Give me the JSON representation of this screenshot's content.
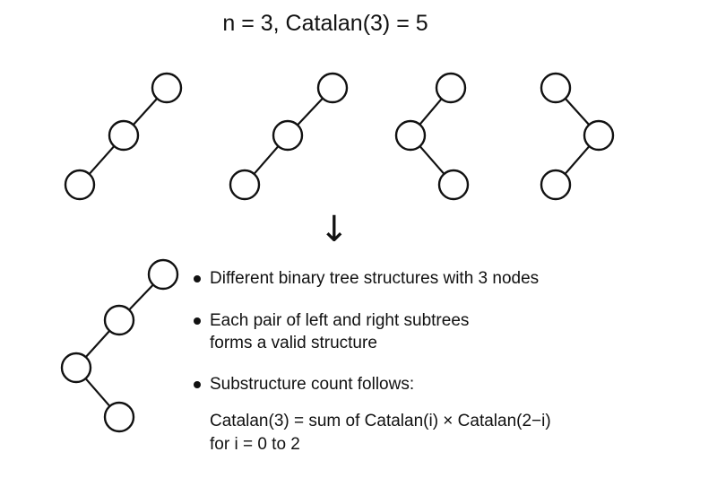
{
  "title": "n = 3, Catalan(3) = 5",
  "arrow": "↓",
  "bullets": [
    {
      "lines": [
        "Different binary tree structures with 3 nodes"
      ]
    },
    {
      "lines": [
        "Each pair of left and right subtrees",
        "forms a valid structure"
      ]
    },
    {
      "lines": [
        "Substructure count follows:"
      ]
    }
  ],
  "formula": {
    "lines": [
      "Catalan(3) = sum of Catalan(i) × Catalan(2−i)",
      "for i = 0 to 2"
    ]
  },
  "trees": [
    {
      "name": "tree-left-left-chain",
      "nodes": [
        "root",
        "mid",
        "leaf"
      ],
      "edges": [
        [
          "root",
          "mid"
        ],
        [
          "mid",
          "leaf"
        ]
      ]
    },
    {
      "name": "tree-left-left-chain-2",
      "nodes": [
        "root",
        "mid",
        "leaf"
      ],
      "edges": [
        [
          "root",
          "mid"
        ],
        [
          "mid",
          "leaf"
        ]
      ]
    },
    {
      "name": "tree-left-right-chain",
      "nodes": [
        "root",
        "mid",
        "leaf"
      ],
      "edges": [
        [
          "root",
          "mid"
        ],
        [
          "mid",
          "leaf"
        ]
      ]
    },
    {
      "name": "tree-right-left-chain",
      "nodes": [
        "root",
        "mid",
        "leaf"
      ],
      "edges": [
        [
          "root",
          "mid"
        ],
        [
          "mid",
          "leaf"
        ]
      ]
    },
    {
      "name": "tree-example-left-left-right",
      "nodes": [
        "root",
        "mid1",
        "mid2",
        "leaf"
      ],
      "edges": [
        [
          "root",
          "mid1"
        ],
        [
          "mid1",
          "mid2"
        ],
        [
          "mid2",
          "leaf"
        ]
      ]
    }
  ],
  "colors": {
    "stroke": "#111111",
    "fill": "#ffffff"
  }
}
